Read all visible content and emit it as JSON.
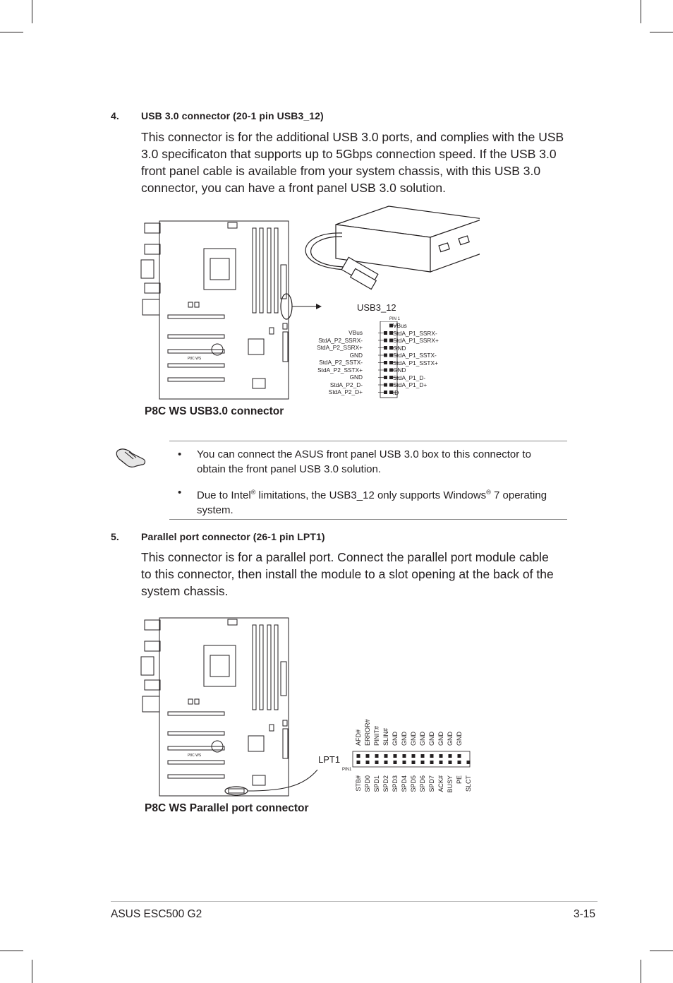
{
  "sections": [
    {
      "number": "4.",
      "title": "USB 3.0 connector (20-1 pin USB3_12)",
      "paragraph_lines": [
        "This connector is for the additional USB 3.0 ports, and complies with the USB",
        "3.0 specificaton that supports up to 5Gbps connection speed. If the USB 3.0",
        "front panel cable is available from your system chassis, with this USB 3.0",
        "connector, you can have a front panel USB 3.0 solution."
      ],
      "figure": {
        "caption": "P8C WS USB3.0 connector",
        "board_label": "P8C WS",
        "connector_label": "USB3_12",
        "pin1_label": "PIN 1",
        "left_pins": [
          "VBus",
          "StdA_P2_SSRX-",
          "StdA_P2_SSRX+",
          "GND",
          "StdA_P2_SSTX-",
          "StdA_P2_SSTX+",
          "GND",
          "StdA_P2_D-",
          "StdA_P2_D+"
        ],
        "right_pins": [
          "VBus",
          "StdA_P1_SSRX-",
          "StdA_P1_SSRX+",
          "GND",
          "StdA_P1_SSTX-",
          "StdA_P1_SSTX+",
          "GND",
          "StdA_P1_D-",
          "StdA_P1_D+",
          "ID"
        ]
      }
    },
    {
      "number": "5.",
      "title": "Parallel port connector (26-1 pin LPT1)",
      "paragraph_lines": [
        "This connector is for a parallel port. Connect the parallel port module cable",
        "to this connector, then install the module to a slot opening at the back of the",
        "system chassis."
      ],
      "figure": {
        "caption": "P8C WS Parallel port connector",
        "board_label": "P8C WS",
        "connector_label": "LPT1",
        "pin1_label": "PIN1",
        "top_pins": [
          "AFD#",
          "ERROR#",
          "PINIT#",
          "SLIN#",
          "GND",
          "GND",
          "GND",
          "GND",
          "GND",
          "GND",
          "GND",
          "GND"
        ],
        "bottom_pins": [
          "STB#",
          "SPD0",
          "SPD1",
          "SPD2",
          "SPD3",
          "SPD4",
          "SPD5",
          "SPD6",
          "SPD7",
          "ACK#",
          "BUSY",
          "PE",
          "SLCT"
        ]
      }
    }
  ],
  "notes": [
    {
      "bullet": "•",
      "lines": [
        "You can connect the ASUS front panel USB 3.0 box to this connector to",
        "obtain the front panel USB 3.0 solution."
      ]
    },
    {
      "bullet": "•",
      "line1_a": "Due to Intel",
      "line1_sup1": "®",
      "line1_b": " limitations, the USB3_12 only supports Windows",
      "line1_sup2": "®",
      "line1_c": " 7 operating",
      "line2": "system."
    }
  ],
  "footer": {
    "left": "ASUS ESC500 G2",
    "right": "3-15"
  }
}
